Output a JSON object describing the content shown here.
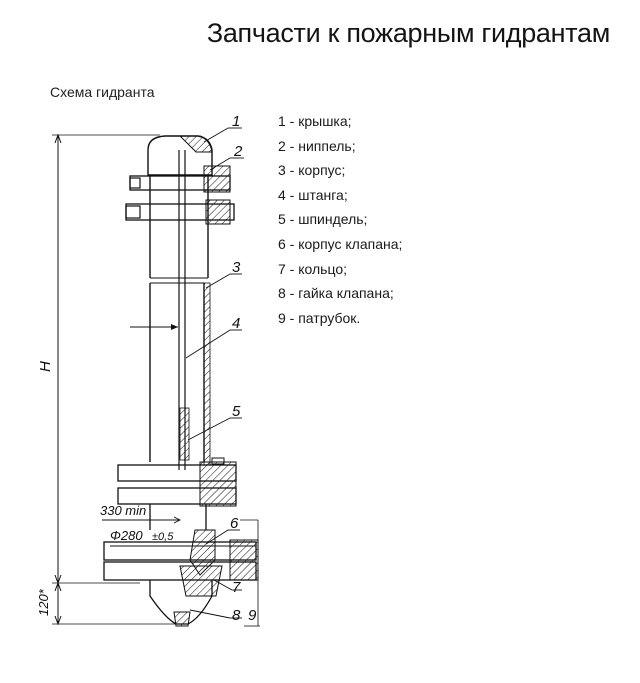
{
  "header": {
    "title": "Запчасти к пожарным гидрантам",
    "subtitle": "Схема гидранта"
  },
  "legend": [
    "1 - крышка;",
    "2 - ниппель;",
    "3 - корпус;",
    "4 - штанга;",
    "5 - шпиндель;",
    "6 - корпус клапана;",
    "7 - кольцо;",
    "8 - гайка клапана;",
    "9 - патрубок."
  ],
  "drawing": {
    "callouts": [
      "1",
      "2",
      "3",
      "4",
      "5",
      "6",
      "7",
      "8",
      "9"
    ],
    "dimensions": {
      "height_label": "H",
      "bottom_label": "120*",
      "min_label": "330 min",
      "diameter_label": "Φ280",
      "tolerance_label": "±0,5"
    }
  }
}
